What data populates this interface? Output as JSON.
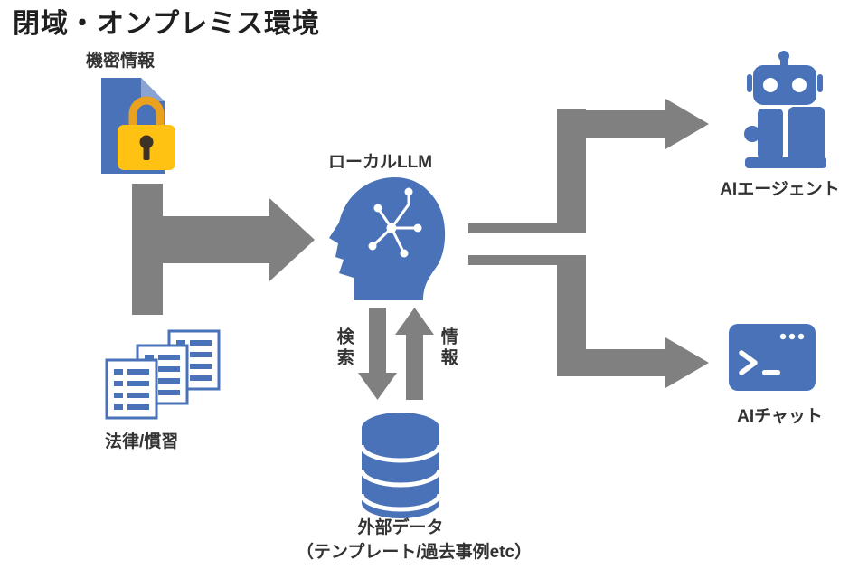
{
  "title": "閉域・オンプレミス環境",
  "colors": {
    "icon_blue": "#4A72B8",
    "icon_blue_light": "#8BA3D4",
    "arrow_gray": "#808080",
    "lock_yellow": "#FFC112",
    "lock_shackle": "#EAA21E",
    "text": "#333333"
  },
  "nodes": {
    "confidential": {
      "label": "機密情報",
      "icon": "document-lock-icon"
    },
    "laws": {
      "label": "法律/慣習",
      "icon": "documents-icon"
    },
    "llm": {
      "label": "ローカルLLM",
      "icon": "head-circuit-icon"
    },
    "external_data": {
      "label": "外部データ",
      "sublabel": "（テンプレート/過去事例etc）",
      "icon": "database-icon"
    },
    "agent": {
      "label": "AIエージェント",
      "icon": "robot-icon"
    },
    "chat": {
      "label": "AIチャット",
      "icon": "terminal-icon"
    }
  },
  "edges": {
    "llm_to_db": {
      "label": "検索"
    },
    "db_to_llm": {
      "label": "情報"
    }
  }
}
